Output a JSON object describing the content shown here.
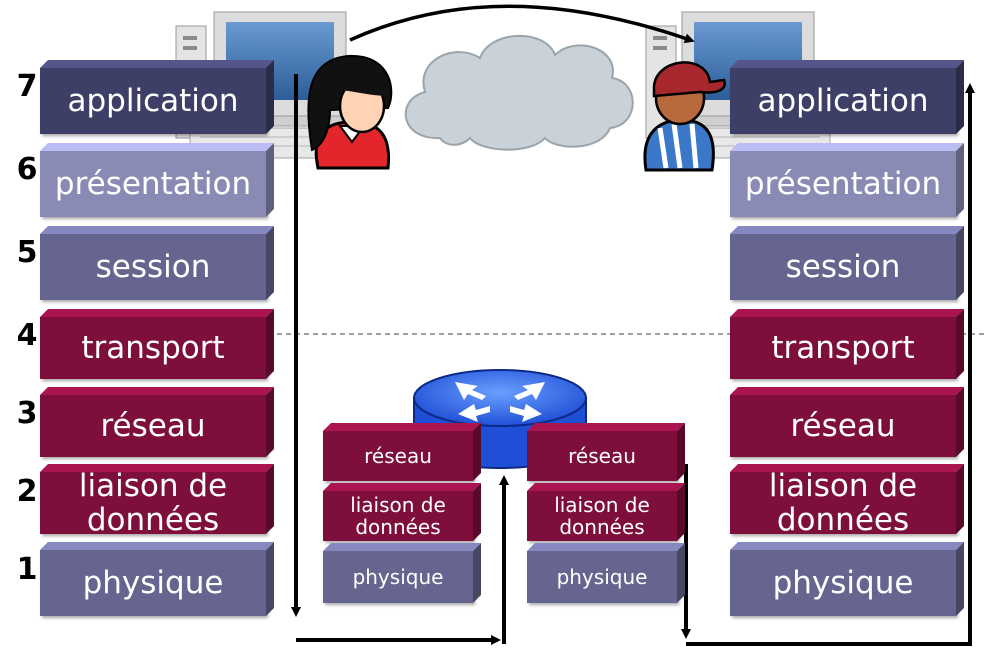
{
  "layer_numbers": [
    "7",
    "6",
    "5",
    "4",
    "3",
    "2",
    "1"
  ],
  "left_stack": {
    "application": "application",
    "presentation": "présentation",
    "session": "session",
    "transport": "transport",
    "reseau": "réseau",
    "liaison_line1": "liaison de",
    "liaison_line2": "données",
    "physique": "physique"
  },
  "right_stack": {
    "application": "application",
    "presentation": "présentation",
    "session": "session",
    "transport": "transport",
    "reseau": "réseau",
    "liaison_line1": "liaison de",
    "liaison_line2": "données",
    "physique": "physique"
  },
  "router_left_stack": {
    "reseau": "réseau",
    "liaison_line1": "liaison de",
    "liaison_line2": "données",
    "physique": "physique"
  },
  "router_right_stack": {
    "reseau": "réseau",
    "liaison_line1": "liaison de",
    "liaison_line2": "données",
    "physique": "physique"
  },
  "colors": {
    "application": "#3e3f66",
    "presentation": "#8a8bb5",
    "session": "#65658f",
    "transport": "#7e0f3c",
    "reseau": "#7e0f3c",
    "liaison": "#7e0f3c",
    "physique": "#65658f",
    "router_blue": "#2f6bff",
    "cloud": "#c9d2d8"
  },
  "icons": {
    "left_user": "woman-user-icon",
    "right_user": "man-cap-user-icon",
    "router": "router-icon",
    "cloud": "cloud-icon",
    "computers": "desktop-computer-icon"
  }
}
